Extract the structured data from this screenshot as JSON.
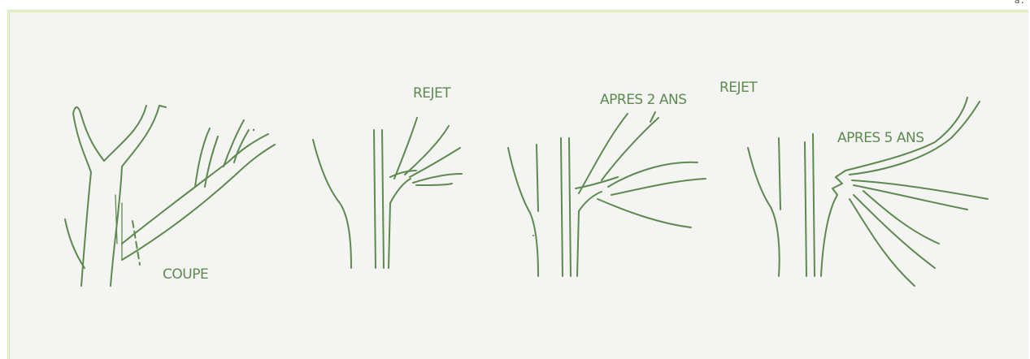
{
  "page_label": "a.",
  "colors": {
    "ink": "#5d8a4f",
    "paper": "#f4f4f2",
    "frame": "#d3e7a8"
  },
  "labels": {
    "cut": "COUPE",
    "sprout_1": "REJET",
    "after_2_years": "APRES 2 ANS",
    "sprout_2": "REJET",
    "after_5_years": "APRES 5 ANS"
  }
}
